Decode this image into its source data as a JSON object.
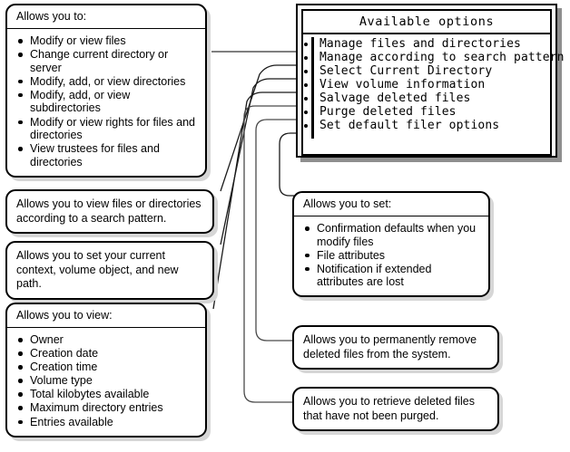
{
  "options_panel": {
    "title": "Available options",
    "items": [
      "Manage files and directories",
      "Manage according to search pattern",
      "Select Current Directory",
      "View volume information",
      "Salvage deleted files",
      "Purge deleted files",
      "Set default filer options"
    ]
  },
  "callouts": {
    "manage": {
      "header": "Allows you to:",
      "items": [
        "Modify or view files",
        "Change current directory or server",
        "Modify, add, or view directories",
        "Modify, add, or view subdirectories",
        "Modify or view rights for files and directories",
        "View trustees for files and directories"
      ]
    },
    "pattern": {
      "text": "Allows you to view files or directories according to a search pattern."
    },
    "context": {
      "text": "Allows you to set your current context, volume object, and new path."
    },
    "volume": {
      "header": "Allows you to view:",
      "items": [
        "Owner",
        "Creation date",
        "Creation time",
        "Volume type",
        "Total kilobytes available",
        "Maximum directory entries",
        "Entries available"
      ]
    },
    "defaults": {
      "header": "Allows you to set:",
      "items": [
        "Confirmation defaults when you modify files",
        "File attributes",
        "Notification if extended attributes are lost"
      ]
    },
    "purge": {
      "text": "Allows you to permanently remove deleted files from the system."
    },
    "salvage": {
      "text": "Allows you to retrieve deleted files that have not been purged."
    }
  },
  "colors": {
    "line": "#555555",
    "dark_line": "#000000",
    "shadow": "#d6d6d6",
    "panel_shadow": "#8f8f8f",
    "background": "#ffffff"
  }
}
